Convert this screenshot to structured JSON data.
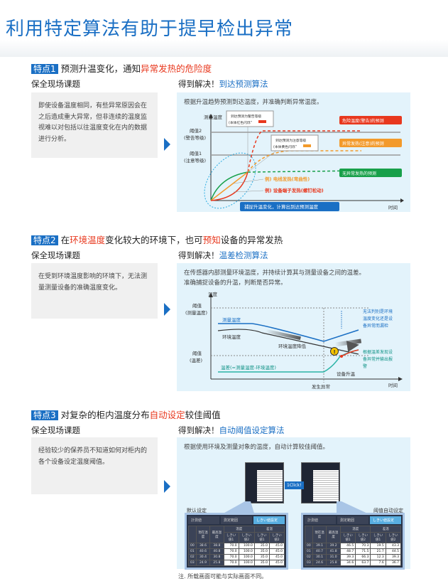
{
  "page_title": "利用特定算法有助于提早检出异常",
  "sections": [
    {
      "badge": "特点1",
      "heading_parts": [
        "预测升温变化，通知",
        "异常发热的危险度",
        ""
      ],
      "problem_label": "保全现场课题",
      "solution_prefix": "得到解决！",
      "solution_name": "到达预测算法",
      "problem_text": "即使设备温度相同，有些异常原因会在之后造成重大异常，但非连续的温度监视难以对包括以往温度变化在内的数据进行分析。",
      "panel_text": "根据升温趋势预测到达温度，并准确判断异常温度。",
      "diagram": {
        "y_label": "测量温度",
        "x_label": "时间",
        "threshold2": [
          "阈值2",
          "(警告等级)"
        ],
        "threshold1": [
          "阈值1",
          "(注意等级)"
        ],
        "callout_red": [
          "到达预测为警告等级",
          "(本体红色闪烁“",
          "”)"
        ],
        "callout_yellow": [
          "到达预测为注意等级",
          "(本体黄色闪烁“",
          "”)"
        ],
        "tag_red": "危险温度(警告)的预测",
        "tag_orange": "异常发热(注意)的预测",
        "tag_green": "无异常发热的预测",
        "example1": "例) 电线发热(弯曲性)",
        "example2": "例) 设备端子发热(螺钉松动)",
        "capture": "捕捉升温变化，计算出到达预测温度"
      }
    },
    {
      "badge": "特点2",
      "heading_parts": [
        "在",
        "环境温度",
        "变化较大的环境下，也可",
        "预知",
        "设备的异常发热"
      ],
      "problem_label": "保全现场课题",
      "solution_prefix": "得到解决！",
      "solution_name": "温差检测算法",
      "problem_text": "在受到环境温度影响的环境下，无法测量测量设备的准确温度变化。",
      "panel_text_1": "在传感器内部测量环境温度，并持续计算其与测量设备之间的温差。",
      "panel_text_2": "准确捕捉设备的升温，判断是否异常。",
      "diagram": {
        "y_label": "温度",
        "x_label": "时间",
        "threshold_meas": [
          "阈值",
          "(测量温度)"
        ],
        "threshold_diff": [
          "阈值",
          "(温差)"
        ],
        "measured": "测量温度",
        "ambient": "环境温度",
        "ambient_drop": "环境温度降低",
        "diff": "温差(=测量温度-环境温度)",
        "rise": "设备升温",
        "event": "发生异常",
        "note_blue": [
          "无法判别是环境",
          "温度变化还是设",
          "备异常而漏检"
        ],
        "note_teal": [
          "根据温差发现设",
          "备异常并输出报",
          "警"
        ]
      }
    },
    {
      "badge": "特点3",
      "heading_parts": [
        "对复杂的柜内温度分布",
        "自动设定",
        "较佳阈值"
      ],
      "problem_label": "保全现场课题",
      "solution_prefix": "得到解决！",
      "solution_name": "自动阈值设定算法",
      "problem_text": "经验较少的保养员不知道如何对柜内的各个设备设定温度阈值。",
      "panel_text": "根据使用环境及测量对象的温度，自动计算较佳阈值。",
      "click_label": "1Click!",
      "left_label": "默认设定",
      "right_label": "阈值自动设定",
      "table": {
        "tabs": [
          "計測値",
          "測定範囲",
          "しきい値設定"
        ],
        "group_headers": [
          "現在温度",
          "最高温度",
          "温度",
          "差温"
        ],
        "sub_headers": [
          "しきい値1",
          "しきい値2",
          "しきい値1",
          "しきい値2"
        ],
        "default_rows": [
          [
            "00",
            "38.6",
            "38.8",
            "70.0",
            "100.0",
            "35.0",
            "45.0"
          ],
          [
            "01",
            "40.6",
            "40.8",
            "70.0",
            "100.0",
            "35.0",
            "45.0"
          ],
          [
            "02",
            "30.4",
            "30.8",
            "70.0",
            "100.0",
            "35.0",
            "45.0"
          ],
          [
            "03",
            "24.9",
            "25.8",
            "70.0",
            "100.0",
            "35.0",
            "45.0"
          ]
        ],
        "auto_rows": [
          [
            "00",
            "39.1",
            "39.2",
            "46.5",
            "70.3",
            "19.5",
            "43.3"
          ],
          [
            "01",
            "40.7",
            "41.8",
            "48.7",
            "71.5",
            "21.7",
            "44.5"
          ],
          [
            "02",
            "30.1",
            "31.0",
            "39.3",
            "66.3",
            "12.3",
            "39.3"
          ],
          [
            "03",
            "24.6",
            "25.8",
            "34.6",
            "63.7",
            "7.6",
            "36.7"
          ]
        ]
      }
    }
  ],
  "footnote": "注. 所载画面可能与实际画面不同。",
  "colors": {
    "accent": "#1a6fc4",
    "highlight": "#e8381e",
    "panel": "#e3f3fb"
  }
}
